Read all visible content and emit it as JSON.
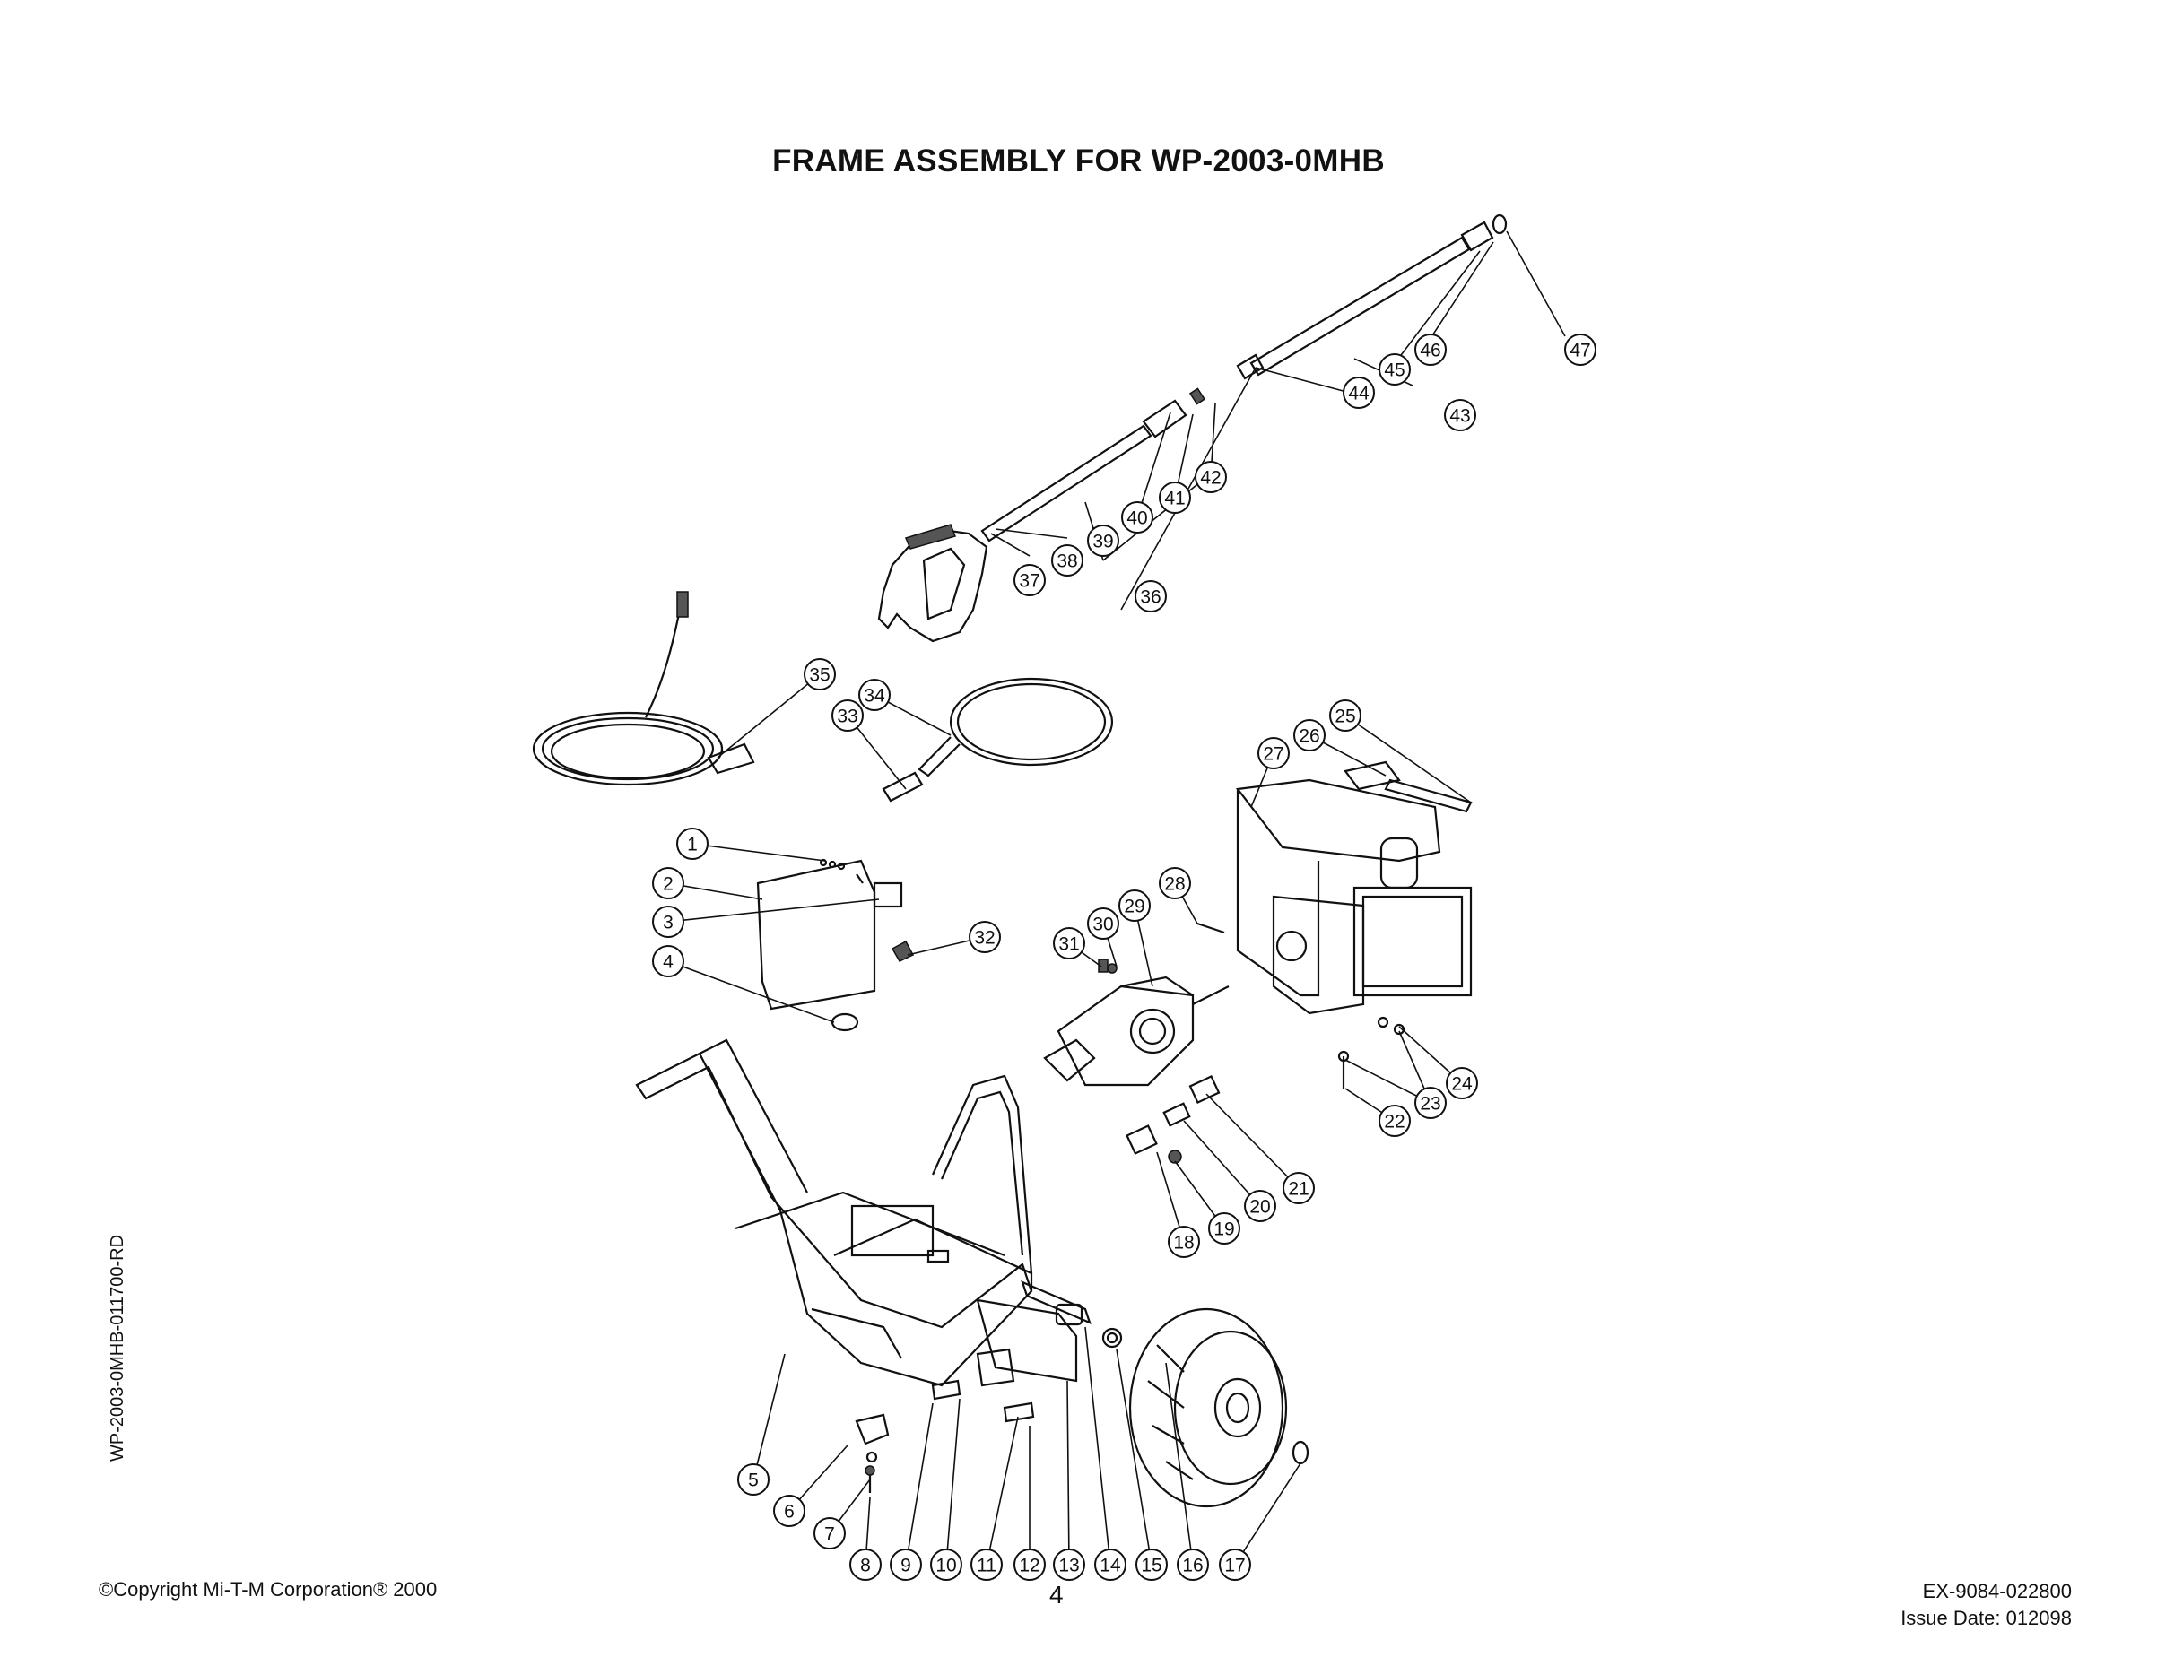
{
  "document": {
    "title": "FRAME ASSEMBLY FOR WP-2003-0MHB",
    "side_code": "WP-2003-0MHB-011700-RD",
    "copyright": "©Copyright Mi-T-M Corporation® 2000",
    "page_number": "4",
    "doc_number": "EX-9084-022800",
    "issue_date": "Issue Date:  012098"
  },
  "callouts": [
    "1",
    "2",
    "3",
    "4",
    "5",
    "6",
    "7",
    "8",
    "9",
    "10",
    "11",
    "12",
    "13",
    "14",
    "15",
    "16",
    "17",
    "18",
    "19",
    "20",
    "21",
    "22",
    "23",
    "24",
    "25",
    "26",
    "27",
    "28",
    "29",
    "30",
    "31",
    "32",
    "33",
    "34",
    "35",
    "36",
    "37",
    "38",
    "39",
    "40",
    "41",
    "42",
    "43",
    "44",
    "45",
    "46",
    "47"
  ]
}
